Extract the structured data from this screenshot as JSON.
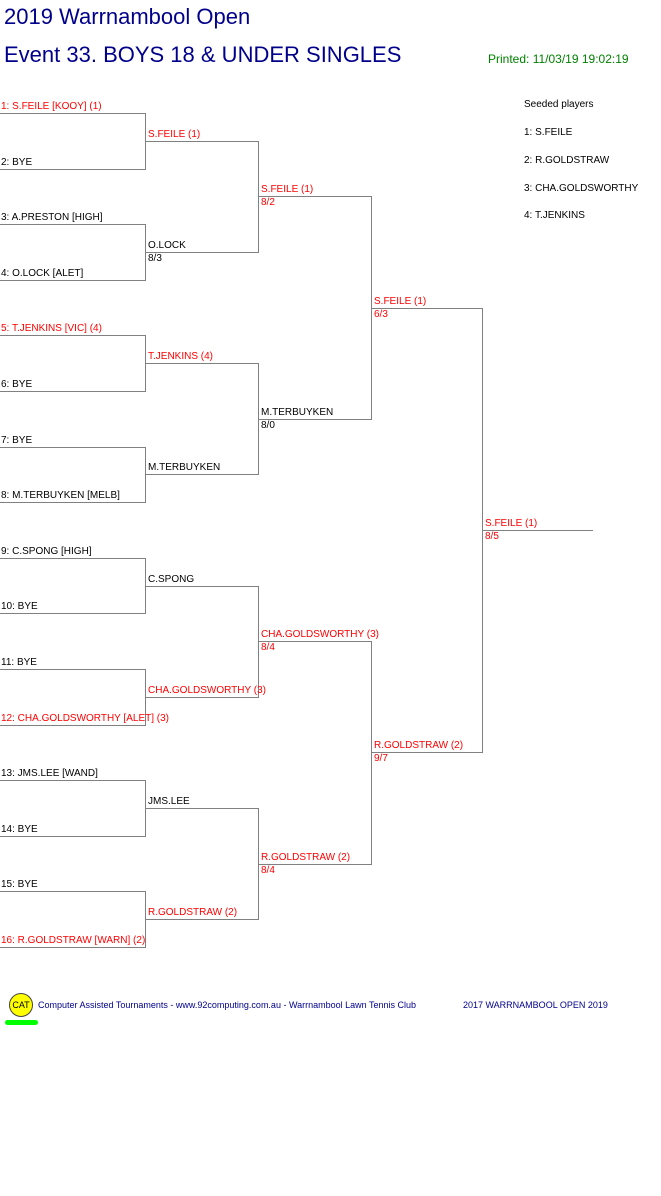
{
  "title": "2019 Warrnambool Open",
  "event": "Event 33. BOYS 18 & UNDER SINGLES",
  "printed": "Printed: 11/03/19 19:02:19",
  "colors": {
    "seeded": "#ff0000",
    "normal": "#000000",
    "title": "#00008b",
    "lines": "#808080"
  },
  "rounds": [
    [
      {
        "text": "1: S.FEILE [KOOY] (1)",
        "seeded": true
      },
      {
        "text": "2: BYE"
      },
      {
        "text": "3: A.PRESTON [HIGH]"
      },
      {
        "text": "4: O.LOCK [ALET]"
      },
      {
        "text": "5: T.JENKINS [VIC] (4)",
        "seeded": true
      },
      {
        "text": "6: BYE"
      },
      {
        "text": "7: BYE"
      },
      {
        "text": "8: M.TERBUYKEN [MELB]"
      },
      {
        "text": "9: C.SPONG [HIGH]"
      },
      {
        "text": "10: BYE"
      },
      {
        "text": "11: BYE"
      },
      {
        "text": "12: CHA.GOLDSWORTHY [ALET] (3)",
        "seeded": true
      },
      {
        "text": "13: JMS.LEE [WAND]"
      },
      {
        "text": "14: BYE"
      },
      {
        "text": "15: BYE"
      },
      {
        "text": "16: R.GOLDSTRAW [WARN] (2)",
        "seeded": true
      }
    ],
    [
      {
        "text": "S.FEILE (1)",
        "seeded": true
      },
      {
        "text": "O.LOCK",
        "score": "8/3"
      },
      {
        "text": "T.JENKINS (4)",
        "seeded": true
      },
      {
        "text": "M.TERBUYKEN"
      },
      {
        "text": "C.SPONG"
      },
      {
        "text": "CHA.GOLDSWORTHY (3)",
        "seeded": true
      },
      {
        "text": "JMS.LEE"
      },
      {
        "text": "R.GOLDSTRAW (2)",
        "seeded": true
      }
    ],
    [
      {
        "text": "S.FEILE (1)",
        "seeded": true,
        "score": "8/2"
      },
      {
        "text": "M.TERBUYKEN",
        "score": "8/0"
      },
      {
        "text": "CHA.GOLDSWORTHY (3)",
        "seeded": true,
        "score": "8/4"
      },
      {
        "text": "R.GOLDSTRAW (2)",
        "seeded": true,
        "score": "8/4"
      }
    ],
    [
      {
        "text": "S.FEILE (1)",
        "seeded": true,
        "score": "6/3"
      },
      {
        "text": "R.GOLDSTRAW (2)",
        "seeded": true,
        "score": "9/7"
      }
    ],
    [
      {
        "text": "S.FEILE (1)",
        "seeded": true,
        "score": "8/5"
      }
    ]
  ],
  "seeded": {
    "heading": "Seeded players",
    "players": [
      "1: S.FEILE",
      "2: R.GOLDSTRAW",
      "3: CHA.GOLDSWORTHY",
      "4: T.JENKINS"
    ]
  },
  "footer": {
    "logo": "CAT",
    "credit": "Computer Assisted Tournaments - www.92computing.com.au -  Warrnambool Lawn Tennis Club",
    "event": "2017 WARRNAMBOOL OPEN 2019"
  }
}
